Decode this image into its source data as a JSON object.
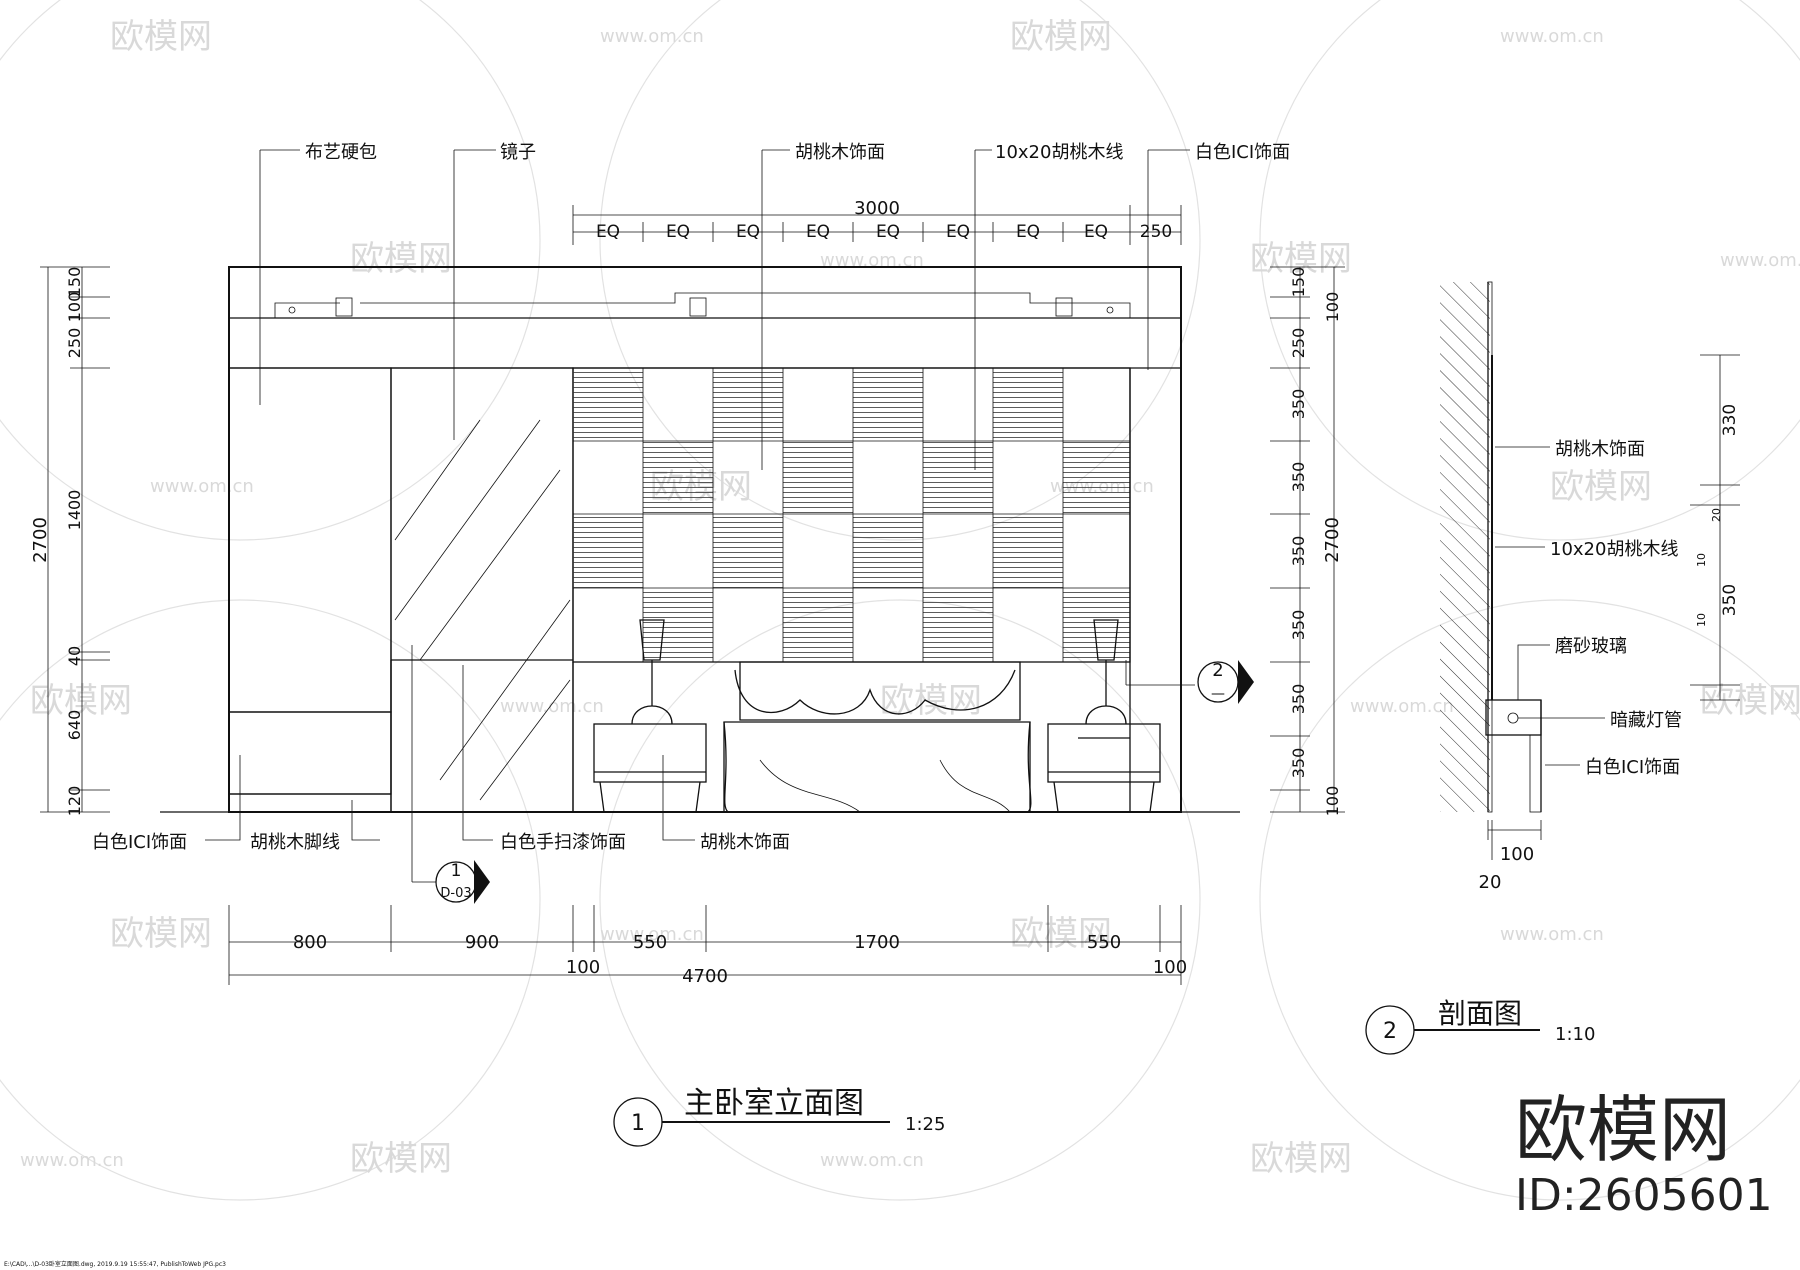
{
  "watermark": {
    "brand": "欧模网",
    "site": "www.om.cn"
  },
  "elevation": {
    "title": "主卧室立面图",
    "number": "1",
    "scale": "1:25",
    "top_labels": [
      "布艺硬包",
      "镜子",
      "胡桃木饰面",
      "10x20胡桃木线",
      "白色ICI饰面"
    ],
    "bottom_labels": [
      "白色ICI饰面",
      "胡桃木脚线",
      "白色手扫漆饰面",
      "胡桃木饰面"
    ],
    "top_dims": {
      "total": "3000",
      "eq": [
        "EQ",
        "EQ",
        "EQ",
        "EQ",
        "EQ",
        "EQ",
        "EQ",
        "EQ"
      ],
      "end": "250"
    },
    "left_dims": {
      "total": "2700",
      "segments": [
        "150",
        "100",
        "250",
        "1400",
        "40",
        "640",
        "120"
      ]
    },
    "right_dims": {
      "total": "2700",
      "segments": [
        "150",
        "100",
        "250",
        "350",
        "350",
        "350",
        "350",
        "350",
        "350",
        "100"
      ]
    },
    "bottom_dims": {
      "segments": [
        "800",
        "900",
        "550",
        "1700",
        "550"
      ],
      "offset_left": "100",
      "offset_right": "100",
      "total": "4700"
    },
    "section_marker": {
      "number": "2",
      "sheet": "—"
    },
    "detail_marker": {
      "number": "1",
      "sheet": "D-03"
    }
  },
  "section": {
    "title": "剖面图",
    "number": "2",
    "scale": "1:10",
    "labels": [
      "胡桃木饰面",
      "10x20胡桃木线",
      "磨砂玻璃",
      "暗藏灯管",
      "白色ICI饰面"
    ],
    "dims": {
      "upper": "330",
      "lower": "350",
      "width": "100",
      "offset": "20",
      "ten": "10",
      "twenty": "20"
    }
  },
  "brand_block": {
    "name": "欧模网",
    "id": "ID:2605601"
  },
  "footer_path": "E:\\CAD\\...\\D-03卧室立面图.dwg, 2019.9.19 15:55:47, PublishToWeb JPG.pc3"
}
